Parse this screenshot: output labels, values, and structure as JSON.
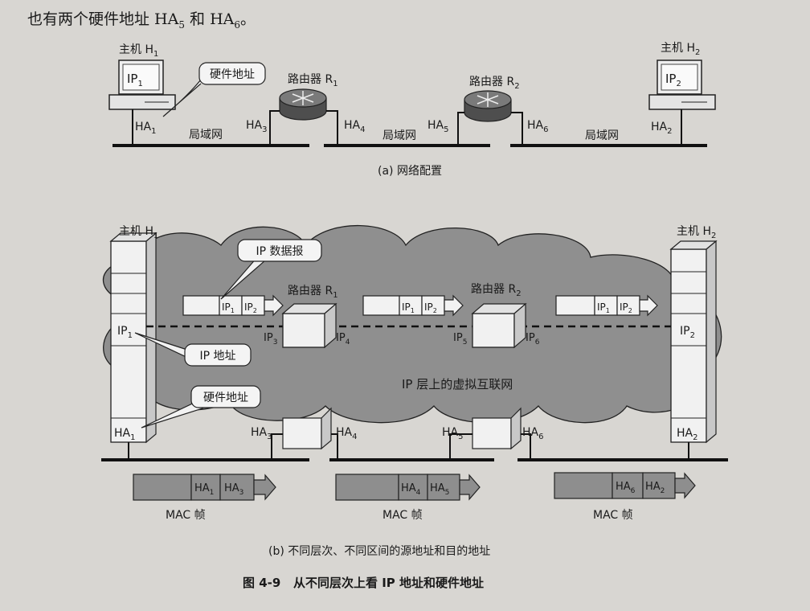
{
  "top_text": {
    "prefix": "也有两个硬件地址 HA",
    "sub5": "5",
    "mid": " 和 HA",
    "sub6": "6",
    "end": "。"
  },
  "a": {
    "host1": {
      "label": "主机 H",
      "sub": "1"
    },
    "host2": {
      "label": "主机 H",
      "sub": "2"
    },
    "ip1": {
      "label": "IP",
      "sub": "1"
    },
    "ip2": {
      "label": "IP",
      "sub": "2"
    },
    "callout": "硬件地址",
    "router1": {
      "label": "路由器 R",
      "sub": "1"
    },
    "router2": {
      "label": "路由器 R",
      "sub": "2"
    },
    "ha1": {
      "label": "HA",
      "sub": "1"
    },
    "ha2": {
      "label": "HA",
      "sub": "2"
    },
    "ha3": {
      "label": "HA",
      "sub": "3"
    },
    "ha4": {
      "label": "HA",
      "sub": "4"
    },
    "ha5": {
      "label": "HA",
      "sub": "5"
    },
    "ha6": {
      "label": "HA",
      "sub": "6"
    },
    "lan": "局域网",
    "caption": "(a) 网络配置"
  },
  "b": {
    "host1": {
      "label": "主机 H",
      "sub": "1"
    },
    "host2": {
      "label": "主机 H",
      "sub": "2"
    },
    "datagram_callout": "IP 数据报",
    "ip_callout": "IP 地址",
    "hw_callout": "硬件地址",
    "router1": {
      "label": "路由器 R",
      "sub": "1"
    },
    "router2": {
      "label": "路由器 R",
      "sub": "2"
    },
    "ip": "IP",
    "s1": "1",
    "s2": "2",
    "s3": "3",
    "s4": "4",
    "s5": "5",
    "s6": "6",
    "ha": "HA",
    "cloud_label": "IP 层上的虚拟互联网",
    "mac": "MAC 帧",
    "caption": "(b) 不同层次、不同区间的源地址和目的地址"
  },
  "figure_caption": "图 4-9   从不同层次上看 IP 地址和硬件地址"
}
